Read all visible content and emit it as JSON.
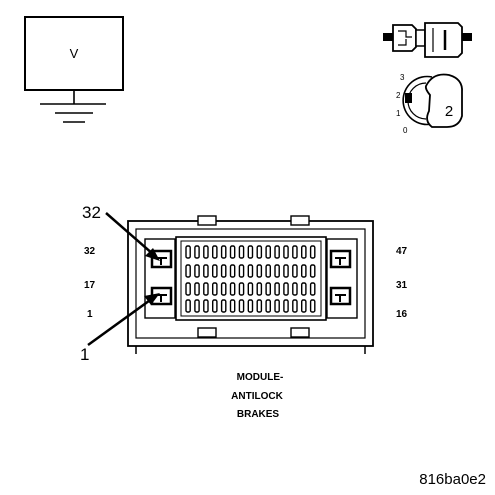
{
  "voltmeter": {
    "label": "V"
  },
  "key_switch": {
    "positions": [
      "3",
      "2",
      "1",
      "0"
    ],
    "key_number": "2"
  },
  "connector": {
    "left_pin_labels": [
      "32",
      "17",
      "1"
    ],
    "right_pin_labels": [
      "47",
      "31",
      "16"
    ],
    "callout_top": "32",
    "callout_bottom": "1",
    "title_lines": [
      "MODULE-",
      "ANTILOCK",
      "BRAKES"
    ]
  },
  "figure_id": "816ba0e2"
}
